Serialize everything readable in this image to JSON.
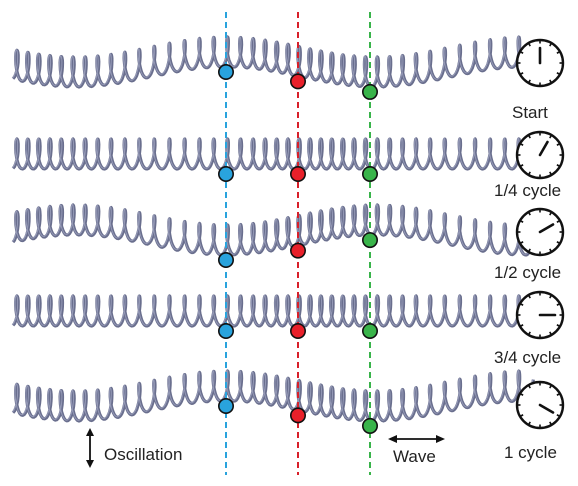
{
  "rows": [
    {
      "id": "start",
      "label": "Start",
      "hand_fraction": 0.0
    },
    {
      "id": "quarter",
      "label": "1/4 cycle",
      "hand_fraction": 0.083
    },
    {
      "id": "half",
      "label": "1/2 cycle",
      "hand_fraction": 0.167
    },
    {
      "id": "three-quarter",
      "label": "3/4 cycle",
      "hand_fraction": 0.25
    },
    {
      "id": "full",
      "label": "1 cycle",
      "hand_fraction": 0.333
    }
  ],
  "markers": [
    {
      "id": "blue",
      "color": "#29a3dd",
      "line_color": "#29a3dd"
    },
    {
      "id": "red",
      "color": "#e8202a",
      "line_color": "#d8202a"
    },
    {
      "id": "green",
      "color": "#39b44a",
      "line_color": "#39b44a"
    }
  ],
  "oscillation_label": "Oscillation",
  "wave_label": "Wave",
  "colors": {
    "spring": "#6a6f8e",
    "spring_highlight": "#a6abc7",
    "clock_stroke": "#111111",
    "text": "#222222"
  }
}
